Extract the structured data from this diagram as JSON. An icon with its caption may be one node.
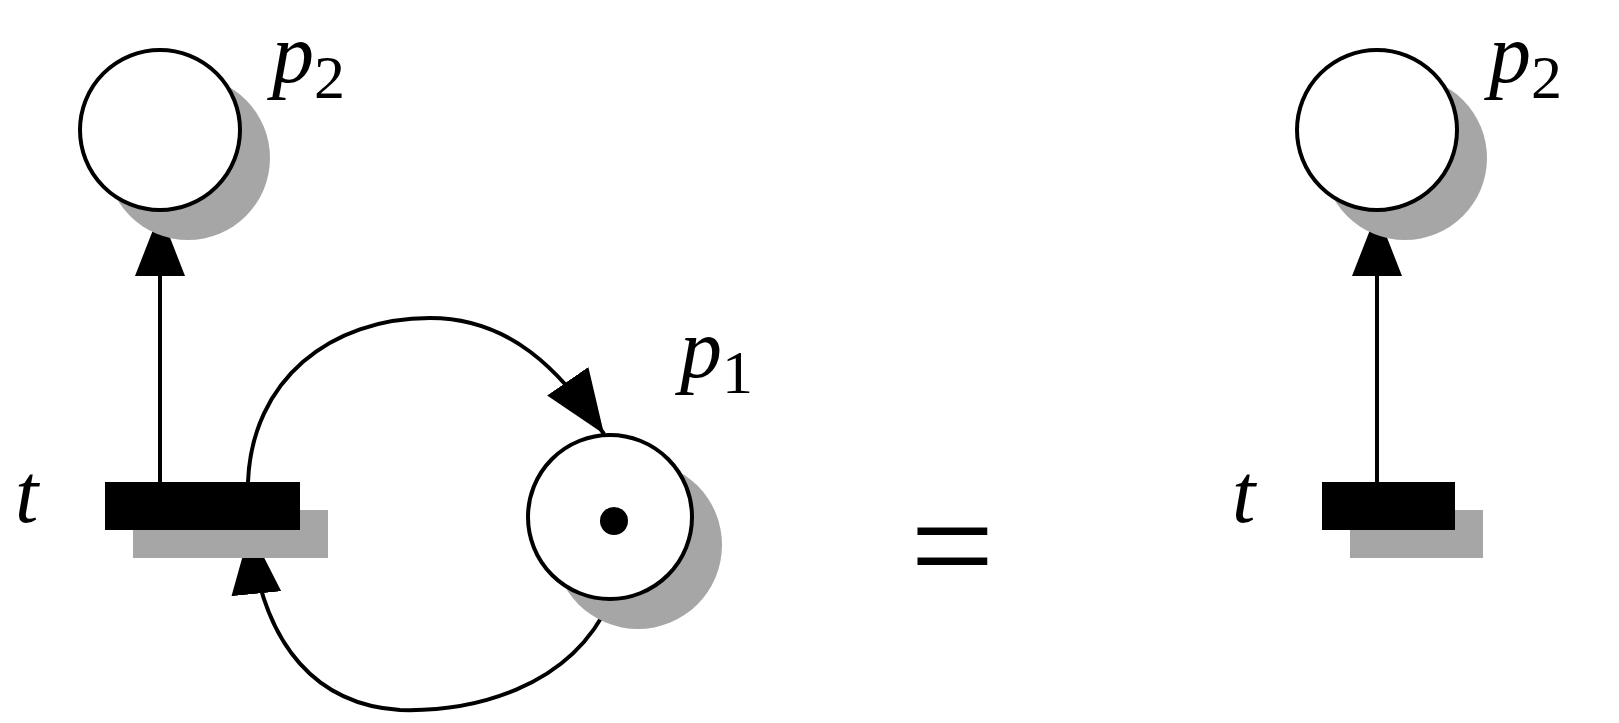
{
  "diagram": {
    "nodes": [
      {
        "text": [],
        "shape": "circle",
        "beside": [
          "p$_{2}$"
        ]
      },
      {
        "text": [],
        "shape": "bar",
        "beside": [
          "t"
        ]
      },
      {
        "text": [],
        "shape": "circle",
        "beside": [
          "p$_{1}$"
        ]
      },
      {
        "text": [],
        "shape": "dot",
        "in": 2
      },
      {
        "text": [],
        "shape": "circle",
        "beside": [
          "p$_{2}$"
        ]
      },
      {
        "text": [],
        "shape": "bar",
        "beside": [
          "t"
        ]
      }
    ],
    "edges": [
      {
        "from": 1,
        "to": 0,
        "arrow": "to"
      },
      {
        "from": 1,
        "to": 2,
        "arrow": "to"
      },
      {
        "from": 2,
        "to": 1,
        "arrow": "to"
      },
      {
        "from": 5,
        "to": 4,
        "arrow": "to"
      }
    ],
    "labels": [
      "="
    ]
  }
}
